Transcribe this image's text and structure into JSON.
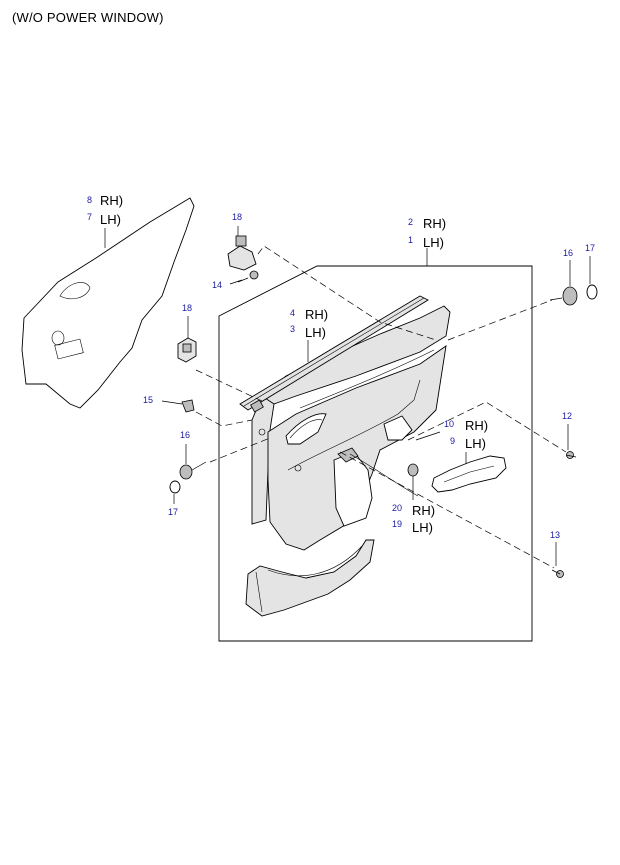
{
  "title": "(W/O POWER WINDOW)",
  "callouts": {
    "c8": "8",
    "c7": "7",
    "c2": "2",
    "c1": "1",
    "c4": "4",
    "c3": "3",
    "c10": "10",
    "c9": "9",
    "c20": "20",
    "c19": "19",
    "c18a": "18",
    "c18b": "18",
    "c14": "14",
    "c15": "15",
    "c16a": "16",
    "c16b": "16",
    "c17a": "17",
    "c17b": "17",
    "c12": "12",
    "c13": "13"
  },
  "sides": {
    "rh": "RH)",
    "lh": "LH)"
  }
}
